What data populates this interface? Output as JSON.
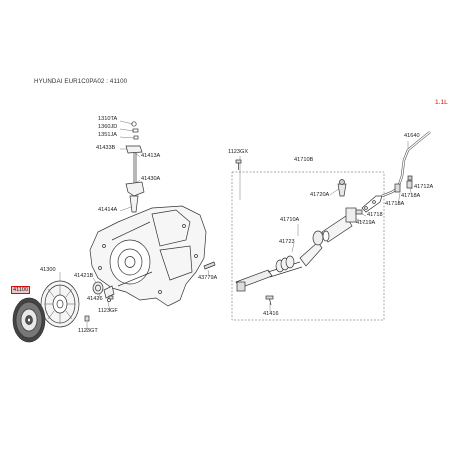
{
  "header": {
    "title": "HYUNDAI EUR1C0PA02 : 41100",
    "version": "1.1L"
  },
  "callouts": {
    "c1310TA": "1310TA",
    "c1360JD": "1360JD",
    "c1351JA": "1351JA",
    "c41433B": "41433B",
    "c41413A": "41413A",
    "c41430A": "41430A",
    "c41414A": "41414A",
    "c41300": "41300",
    "c41100": "41100",
    "c41421B": "41421B",
    "c41426": "41426",
    "c1123GF": "1123GF",
    "c1123GT": "1123GT",
    "c1123GX": "1123GX",
    "c41710B": "41710B",
    "c41720A": "41720A",
    "c41710A": "41710A",
    "c41723": "41723",
    "c41718": "41718",
    "c41719A": "41719A",
    "c41718A_lower": "41718A",
    "c41640": "41640",
    "c41712A": "41712A",
    "c41718A_upper": "41718A",
    "c43779A": "43779A",
    "c41416": "41416"
  }
}
